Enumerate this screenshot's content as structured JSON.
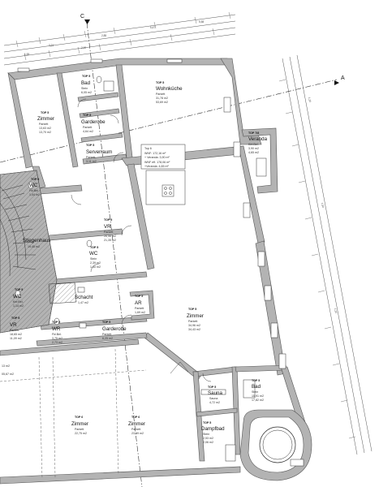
{
  "colors": {
    "wall": "#b3b3b3",
    "wall_stroke": "#555555",
    "line": "#222222",
    "background": "#ffffff"
  },
  "axis_labels": {
    "section_c": "C",
    "section_a": "A"
  },
  "summary_box": {
    "line1": "Top 6",
    "line2": "WNF: 172,16 m²",
    "line3": "+ Veranda: 3,90 m²",
    "line4": "WNF eff. 178,06 m²",
    "line5": "+Veranda: 4,65 m²"
  },
  "rooms": [
    {
      "id": "bad-top",
      "top": "TOP 5",
      "name": "Bad",
      "floor": "Stein",
      "area": "6,05 m2"
    },
    {
      "id": "zimmer-nw",
      "top": "TOP 5",
      "name": "Zimmer",
      "floor": "Parkett",
      "area": "13,63 m2",
      "extra": "13,70 m2"
    },
    {
      "id": "garderobe-top",
      "top": "TOP 5",
      "name": "Garderobe",
      "floor": "Parkett",
      "area": "4,64 m2"
    },
    {
      "id": "serverraum",
      "top": "TOP 5",
      "name": "Serverraum",
      "floor": "Parkett",
      "area": "3,11 m2"
    },
    {
      "id": "wohnkueche",
      "top": "TOP 5",
      "name": "Wohnküche",
      "floor": "Parkett",
      "area": "31,78 m2",
      "extra": "53,69 m2"
    },
    {
      "id": "veranda",
      "top": "TOP 7/8",
      "name": "Veranda",
      "floor": "Kirt.Bel.",
      "area": "3,90 m2",
      "extra": "4,65 m2"
    },
    {
      "id": "wc-left",
      "top": "TOP 5",
      "name": "WC",
      "floor": "Fkl.Bel",
      "area": "1,44 m2"
    },
    {
      "id": "stiegenhaus",
      "top": "",
      "name": "Stiegenhaus",
      "floor": "",
      "area": "19,45 m2"
    },
    {
      "id": "vr-mid",
      "top": "TOP 5",
      "name": "VR",
      "floor": "Parkett",
      "area": "26,56 m2",
      "extra": "21,35 m2"
    },
    {
      "id": "wc-mid",
      "top": "TOP 5",
      "name": "WC",
      "floor": "Stein",
      "area": "2,39 m2",
      "extra": "1,60 m2"
    },
    {
      "id": "wc-low",
      "top": "TOP 5",
      "name": "WC",
      "floor": "Ker.Bel.",
      "area": "1,14 m2"
    },
    {
      "id": "schacht",
      "top": "",
      "name": "Schacht",
      "floor": "",
      "area": "1,47 m2"
    },
    {
      "id": "ar",
      "top": "TOP 5",
      "name": "AR",
      "floor": "Parkett",
      "area": "1,69 m2"
    },
    {
      "id": "vr-low",
      "top": "TOP 5",
      "name": "VR",
      "floor": "Parkett",
      "area": "18,65 m2",
      "extra": "11,09 m2"
    },
    {
      "id": "wr",
      "top": "TOP 5",
      "name": "WR",
      "floor": "Fkl.Bel.",
      "area": "3,75 m2",
      "extra": "2,73 m2"
    },
    {
      "id": "garderobe-low",
      "top": "TOP 5",
      "name": "Garderobe",
      "floor": "Parkett",
      "area": "6,25 m2"
    },
    {
      "id": "zimmer-big",
      "top": "TOP 5",
      "name": "Zimmer",
      "floor": "Parkett",
      "area": "34,96 m2",
      "extra": "34,43 m2"
    },
    {
      "id": "sauna",
      "top": "TOP 5",
      "name": "Sauna",
      "floor": "Sauna",
      "area": "4,72 m2"
    },
    {
      "id": "bad-low",
      "top": "TOP 5",
      "name": "Bad",
      "floor": "Stein",
      "area": "15,91 m2",
      "extra": "17,82 m2"
    },
    {
      "id": "dampfbad",
      "top": "TOP 5",
      "name": "Dampfbad",
      "floor": "Stein",
      "area": "2,53 m2",
      "extra": "2,06 m2"
    },
    {
      "id": "zimmer-sw",
      "top": "TOP 6",
      "name": "Zimmer",
      "floor": "Parkett",
      "area": "22,75 m2"
    },
    {
      "id": "zimmer-s",
      "top": "TOP 6",
      "name": "Zimmer",
      "floor": "Parkett",
      "area": "23,69 m2"
    },
    {
      "id": "edge-left",
      "top": "",
      "name": "",
      "floor": "",
      "area": "13 m2",
      "extra": "05,67 m2"
    }
  ]
}
